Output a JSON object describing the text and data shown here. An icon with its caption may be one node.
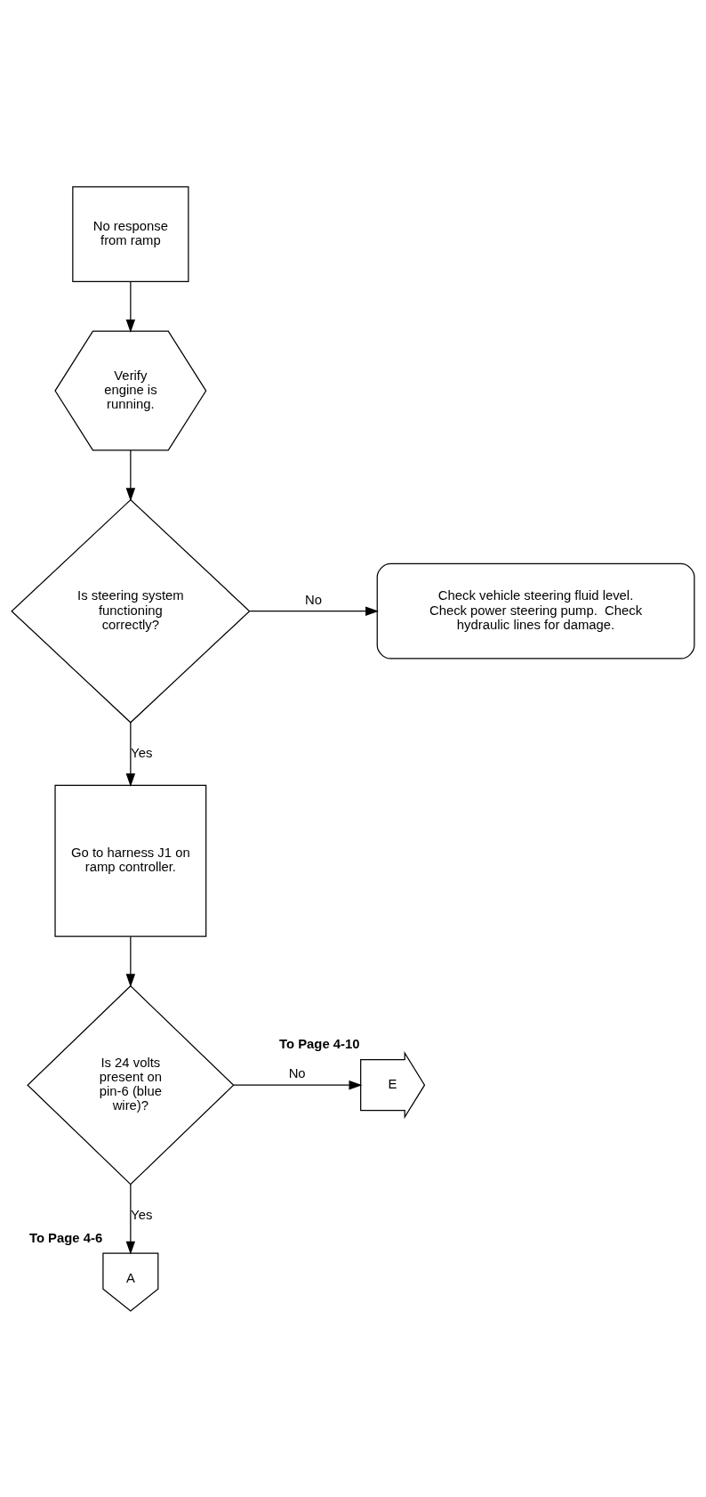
{
  "diagram": {
    "nodes": [
      {
        "text": [
          "No response from ramp"
        ]
      },
      {
        "text": [
          "Verify engine is running."
        ]
      },
      {
        "text": [
          "Is steering system functioning correctly?"
        ]
      },
      {
        "text": [
          "Check vehicle steering fluid level. Check power steering pump.  Check hydraulic lines for damage."
        ]
      },
      {
        "text": [
          "Go to harness J1 on ramp controller."
        ]
      },
      {
        "text": [
          "Is 24 volts present on pin-6 (blue wire)?"
        ]
      },
      {
        "text": [
          "E"
        ],
        "beside": [
          "To Page 4-10"
        ]
      },
      {
        "text": [
          "A"
        ],
        "beside": [
          "To Page 4-6"
        ]
      }
    ],
    "edges": [
      {
        "from": 0,
        "to": 1,
        "arrow": "to"
      },
      {
        "from": 1,
        "to": 2,
        "arrow": "to"
      },
      {
        "from": 2,
        "to": 3,
        "arrow": "to",
        "label": "No"
      },
      {
        "from": 2,
        "to": 4,
        "arrow": "to",
        "label": "Yes"
      },
      {
        "from": 4,
        "to": 5,
        "arrow": "to"
      },
      {
        "from": 5,
        "to": 6,
        "arrow": "to",
        "label": "No"
      },
      {
        "from": 5,
        "to": 7,
        "arrow": "to",
        "label": "Yes"
      }
    ]
  }
}
